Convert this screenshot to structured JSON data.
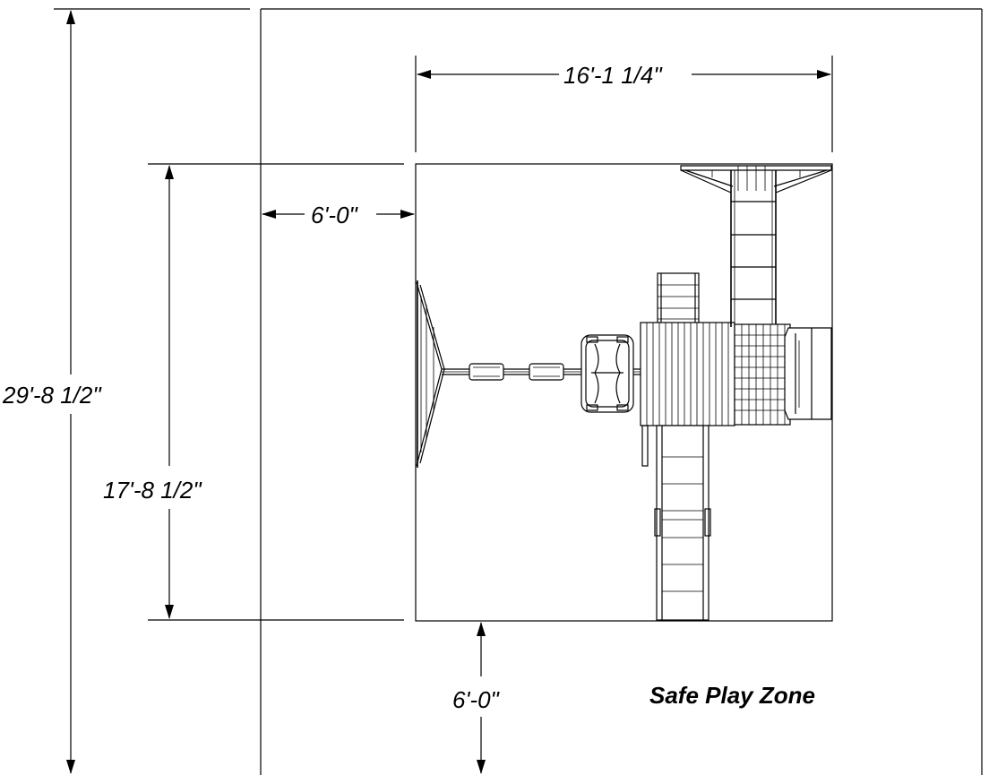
{
  "dimensions": {
    "overall_height": "29'-8 1/2\"",
    "set_height": "17'-8 1/2\"",
    "set_width": "16'-1 1/4\"",
    "left_clearance": "6'-0\"",
    "bottom_clearance": "6'-0\""
  },
  "zone_label": "Safe Play Zone"
}
